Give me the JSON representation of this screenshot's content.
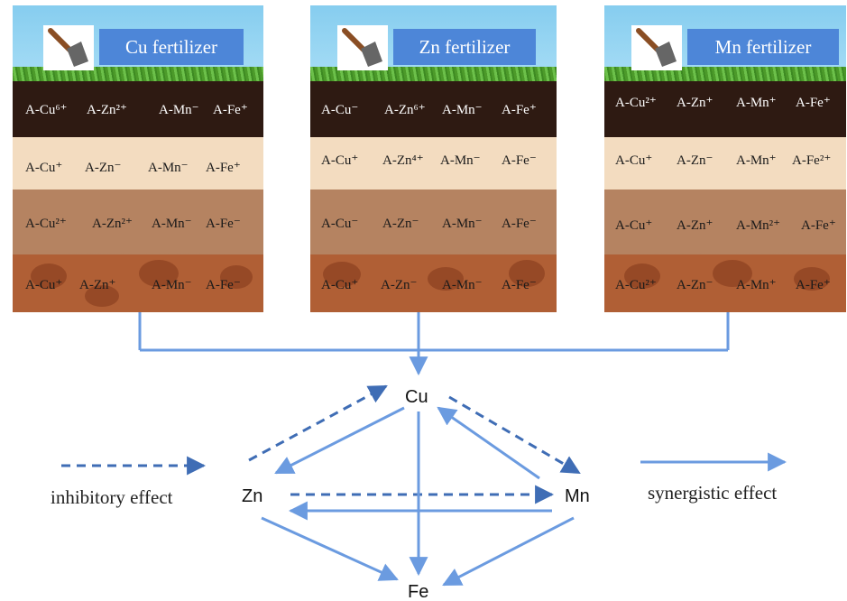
{
  "panels": [
    {
      "title": "Cu fertilizer",
      "layers": [
        [
          "A-Cu⁶⁺",
          "A-Zn²⁺",
          "A-Mn⁻",
          "A-Fe⁺"
        ],
        [
          "A-Cu⁺",
          "A-Zn⁻",
          "A-Mn⁻",
          "A-Fe⁺"
        ],
        [
          "A-Cu²⁺",
          "A-Zn²⁺",
          "A-Mn⁻",
          "A-Fe⁻"
        ],
        [
          "A-Cu⁺",
          "A-Zn⁺",
          "A-Mn⁻",
          "A-Fe⁻"
        ]
      ]
    },
    {
      "title": "Zn fertilizer",
      "layers": [
        [
          "A-Cu⁻",
          "A-Zn⁶⁺",
          "A-Mn⁻",
          "A-Fe⁺"
        ],
        [
          "A-Cu⁺",
          "A-Zn⁴⁺",
          "A-Mn⁻",
          "A-Fe⁻"
        ],
        [
          "A-Cu⁻",
          "A-Zn⁻",
          "A-Mn⁻",
          "A-Fe⁻"
        ],
        [
          "A-Cu⁺",
          "A-Zn⁻",
          "A-Mn⁻",
          "A-Fe⁻"
        ]
      ]
    },
    {
      "title": "Mn fertilizer",
      "layers": [
        [
          "A-Cu²⁺",
          "A-Zn⁺",
          "A-Mn⁺",
          "A-Fe⁺"
        ],
        [
          "A-Cu⁺",
          "A-Zn⁻",
          "A-Mn⁺",
          "A-Fe²⁺"
        ],
        [
          "A-Cu⁺",
          "A-Zn⁺",
          "A-Mn²⁺",
          "A-Fe⁺"
        ],
        [
          "A-Cu²⁺",
          "A-Zn⁻",
          "A-Mn⁺",
          "A-Fe⁺"
        ]
      ]
    }
  ],
  "nodes": {
    "cu": "Cu",
    "zn": "Zn",
    "mn": "Mn",
    "fe": "Fe"
  },
  "legend": {
    "inhibitory": "inhibitory effect",
    "synergistic": "synergistic effect"
  },
  "colors": {
    "arrow_solid": "#6b9be0",
    "arrow_dashed": "#3f6db5",
    "label_box": "#4d86d8"
  },
  "icons": {
    "tool": "shovel-icon"
  }
}
